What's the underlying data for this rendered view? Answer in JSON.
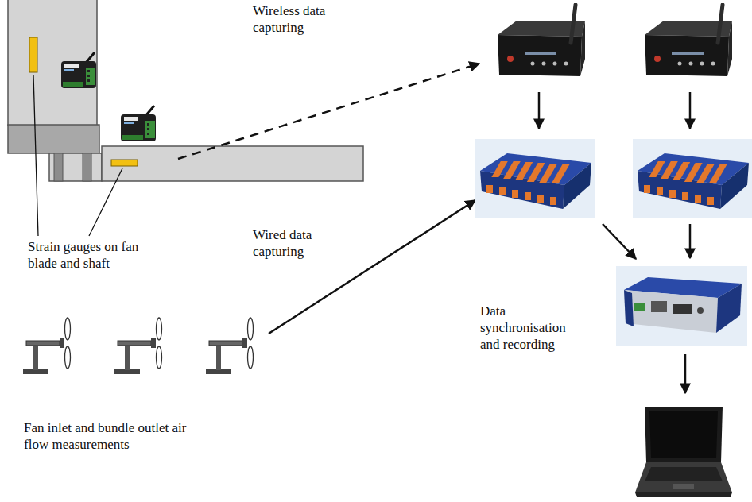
{
  "diagram": {
    "labels": [
      "Wireless data capturing",
      "Strain gauges on fan blade and shaft",
      "Wired data capturing",
      "Data synchronisation and recording",
      "Fan inlet and bundle outlet air flow measurements"
    ]
  }
}
